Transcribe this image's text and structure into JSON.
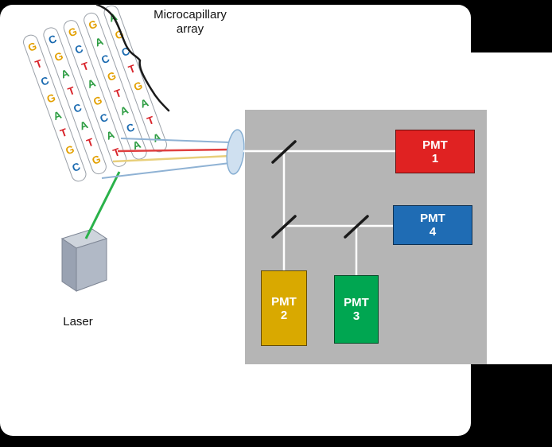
{
  "diagram": {
    "array_label": {
      "line1": "Microcapillary",
      "line2": "array"
    },
    "laser_label": "Laser",
    "capillary_array": {
      "base_colors": {
        "A": "#2f9e44",
        "C": "#1a6ab0",
        "G": "#e3a000",
        "T": "#d8232a"
      },
      "tubes": [
        {
          "sequence": "GTCGATGC"
        },
        {
          "sequence": "CGATCATG"
        },
        {
          "sequence": "GCTAGCAT"
        },
        {
          "sequence": "GACGTACA"
        },
        {
          "sequence": "AGCTGATA"
        }
      ]
    },
    "laser_box": {
      "top": "#ced4dc",
      "front": "#99a2b2",
      "side": "#b1b9c6",
      "outline": "#7d8594"
    },
    "beams": {
      "laser": "#2ab24a",
      "red": "#e04040",
      "yellow": "#e8cf7a",
      "blue": "#8fb2d4"
    },
    "lens": {
      "fill": "#cfe0f0",
      "stroke": "#86aed2"
    },
    "detector_box": {
      "fill": "#b5b5b5",
      "path_color": "#ffffff",
      "splitter_color": "#1a1a1a"
    },
    "detectors": [
      {
        "name": "PMT",
        "number": "1",
        "color": "#e02222",
        "text_color": "#ffffff"
      },
      {
        "name": "PMT",
        "number": "2",
        "color": "#d9a900",
        "text_color": "#ffffff"
      },
      {
        "name": "PMT",
        "number": "3",
        "color": "#00a651",
        "text_color": "#ffffff"
      },
      {
        "name": "PMT",
        "number": "4",
        "color": "#1f6cb4",
        "text_color": "#ffffff"
      }
    ]
  }
}
